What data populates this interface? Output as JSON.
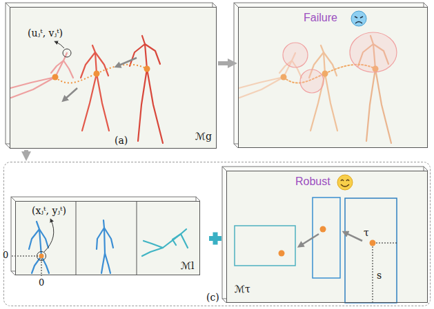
{
  "diagram": {
    "nodes": [
      {
        "text": [
          "(uⱼᵗ, vⱼᵗ)",
          "(a)",
          "ℳg"
        ]
      },
      {
        "text": [
          "Failure"
        ]
      },
      {
        "text": [
          "(c)"
        ]
      },
      {
        "text": [
          "(xⱼᵗ, yⱼᵗ)",
          "0",
          "0",
          "ℳl"
        ],
        "in": 2
      },
      {
        "text": [
          "Robust",
          "τ",
          "s",
          "ℳτ"
        ],
        "in": 2
      }
    ],
    "edges": [
      {
        "from": 0,
        "to": 1,
        "arrow": "to"
      },
      {
        "from": 0,
        "to": 2,
        "arrow": "to"
      }
    ]
  }
}
